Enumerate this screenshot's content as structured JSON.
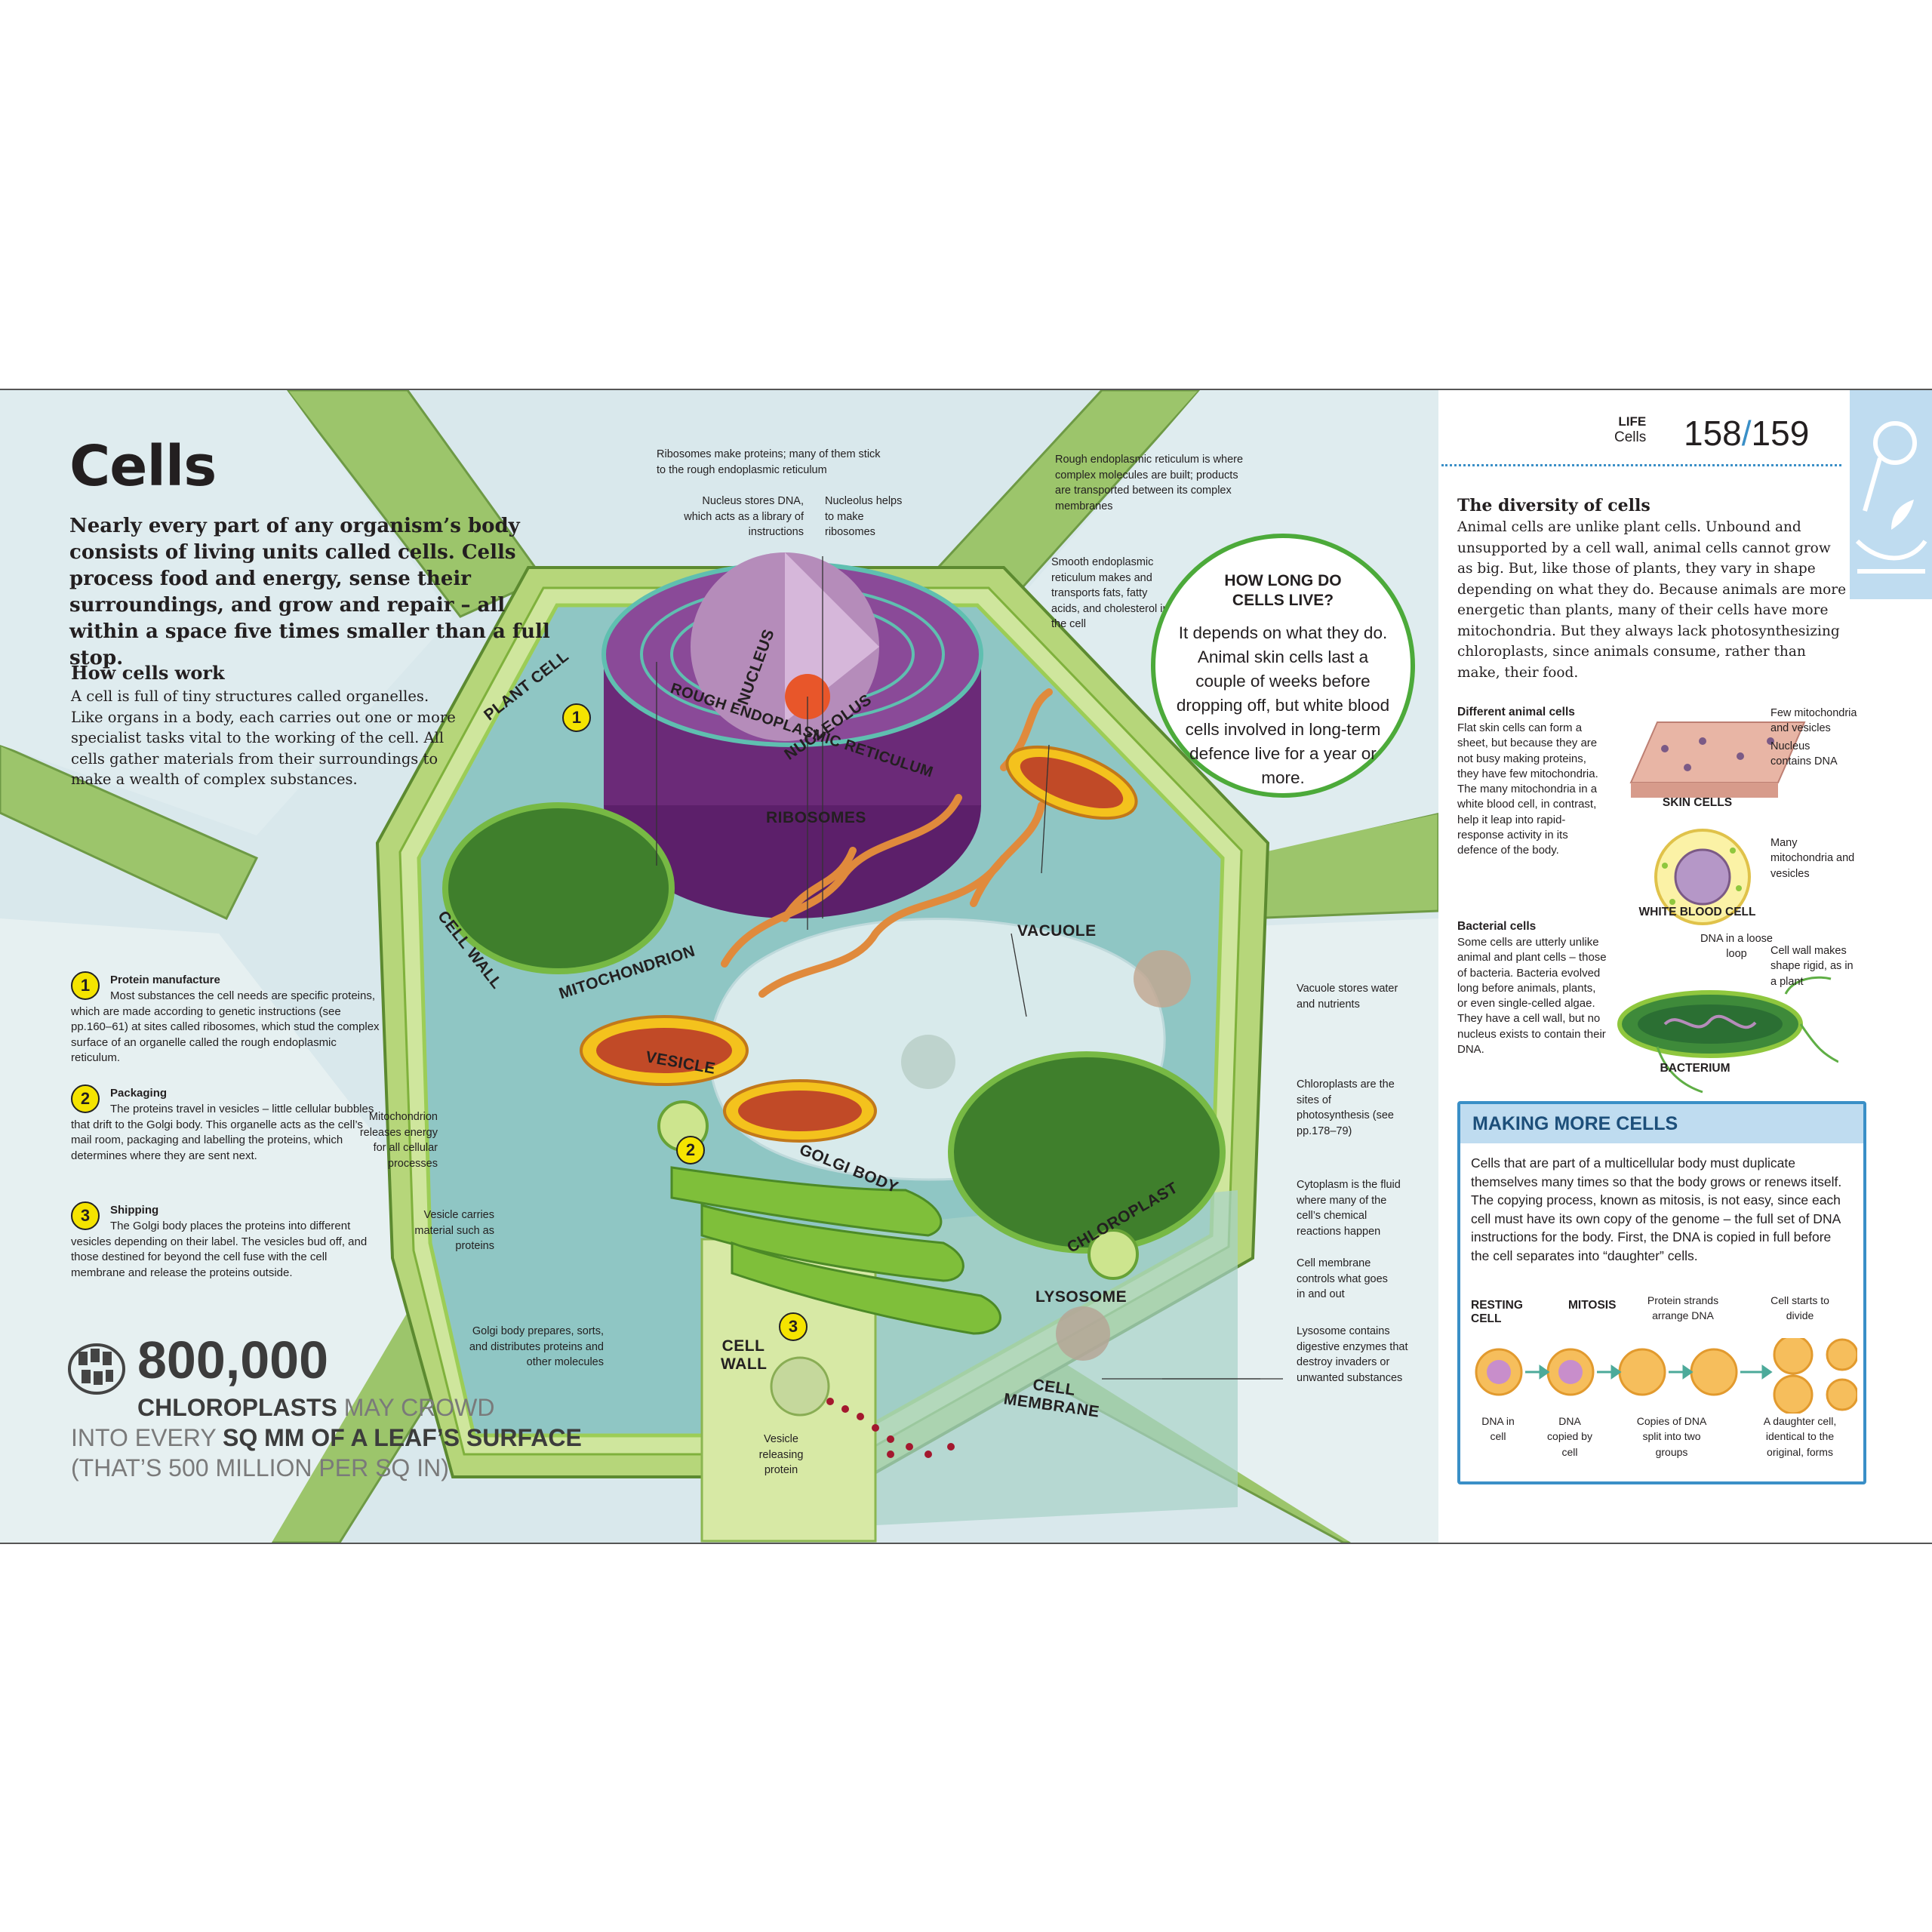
{
  "header": {
    "section": "LIFE",
    "subsection": "Cells",
    "page_left": "158",
    "slash": "/",
    "page_right": "159"
  },
  "title": "Cells",
  "intro": "Nearly every part of any organism’s body consists of living units called cells. Cells process food and energy, sense their surroundings, and grow and repair – all within a space five times smaller than a full stop.",
  "how_cells_work": {
    "heading": "How cells work",
    "text": "A cell is full of tiny structures called organelles. Like organs in a body, each carries out one or more specialist tasks vital to the working of the cell. All cells gather materials from their surroundings to make a wealth of complex substances."
  },
  "steps": [
    {
      "num": "1",
      "title": "Protein manufacture",
      "text": "Most substances the cell needs are specific proteins, which are made according to genetic instructions (see pp.160–61) at sites called ribosomes, which stud the complex surface of an organelle called the rough endoplasmic reticulum."
    },
    {
      "num": "2",
      "title": "Packaging",
      "text": "The proteins travel in vesicles – little cellular bubbles that drift to the Golgi body. This organelle acts as the cell’s mail room, packaging and labelling the proteins, which determines where they are sent next."
    },
    {
      "num": "3",
      "title": "Shipping",
      "text": "The Golgi body places the proteins into different vesicles depending on their label. The vesicles bud off, and those destined for beyond the cell fuse with the cell membrane and release the proteins outside."
    }
  ],
  "stat": {
    "number": "800,000",
    "line1_bold": "CHLOROPLASTS",
    "line1_rest": "MAY CROWD",
    "line2_a": "INTO EVERY",
    "line2_bold": "SQ MM OF A LEAF’S SURFACE",
    "line3": "(THAT’S 500 MILLION PER SQ IN)"
  },
  "diagram_labels": {
    "plant_cell": "PLANT CELL",
    "cell_wall_side": "CELL WALL",
    "nucleus": "NUCLEUS",
    "nucleolus": "NUCLEOLUS",
    "rer": "ROUGH ENDOPLASMIC RETICULUM",
    "ribosomes": "RIBOSOMES",
    "mitochondrion": "MITOCHONDRION",
    "vesicle": "VESICLE",
    "golgi": "GOLGI BODY",
    "vacuole": "VACUOLE",
    "chloroplast": "CHLOROPLAST",
    "lysosome": "LYSOSOME",
    "cell_wall_bottom": "CELL WALL",
    "cell_membrane": "CELL MEMBRANE",
    "marker_1": "1",
    "marker_2": "2",
    "marker_3": "3"
  },
  "annotations": {
    "ribosomes_note": "Ribosomes make proteins; many of them stick to the rough endoplasmic reticulum",
    "nucleus_note": "Nucleus stores DNA, which acts as a library of instructions",
    "nucleolus_note": "Nucleolus helps to make ribosomes",
    "rer_note": "Rough endoplasmic reticulum is where complex molecules are built; products are transported between its complex membranes",
    "ser_note": "Smooth endoplasmic reticulum makes and transports fats, fatty acids, and cholesterol in the cell",
    "vacuole_note": "Vacuole stores water and nutrients",
    "chloroplast_note": "Chloroplasts are the sites of photosynthesis (see pp.178–79)",
    "cytoplasm_note": "Cytoplasm is the fluid where many of the cell’s chemical reactions happen",
    "membrane_note": "Cell membrane controls what goes in and out",
    "lysosome_note": "Lysosome contains digestive enzymes that destroy invaders or unwanted substances",
    "mito_note": "Mitochondrion releases energy for all cellular processes",
    "vesicle_note": "Vesicle carries material such as proteins",
    "golgi_note": "Golgi body prepares, sorts, and distributes proteins and other molecules",
    "vesicle_release_note": "Vesicle releasing protein"
  },
  "fact_circle": {
    "heading": "HOW LONG DO CELLS LIVE?",
    "text": "It depends on what they do. Animal skin cells last a couple of weeks before dropping off, but white blood cells involved in long-term defence live for a year or more."
  },
  "diversity": {
    "heading": "The diversity of cells",
    "text": "Animal cells are unlike plant cells. Unbound and unsupported by a cell wall, animal cells cannot grow as big. But, like those of plants, they vary in shape depending on what they do. Because animals are more energetic than plants, many of their cells have more mitochondria. But they always lack photosynthesizing chloroplasts, since animals consume, rather than make, their food."
  },
  "animal_cells": {
    "heading": "Different animal cells",
    "text": "Flat skin cells can form a sheet, but because they are not busy making proteins, they have few mitochondria. The many mitochondria in a white blood cell, in contrast, help it leap into rapid-response activity in its defence of the body.",
    "skin_label": "SKIN CELLS",
    "wbc_label": "WHITE BLOOD CELL",
    "few_mito": "Few mitochondria and vesicles",
    "nucleus_dna": "Nucleus contains DNA",
    "many_mito": "Many mitochondria and vesicles"
  },
  "bacterial_cells": {
    "heading": "Bacterial cells",
    "text": "Some cells are utterly unlike animal and plant cells – those of bacteria. Bacteria evolved long before animals, plants, or even single-celled algae. They have a cell wall, but no nucleus exists to contain their DNA.",
    "label": "BACTERIUM",
    "dna_loop": "DNA in a loose loop",
    "wall_note": "Cell wall makes shape rigid, as in a plant"
  },
  "making_more": {
    "heading": "MAKING MORE CELLS",
    "text": "Cells that are part of a multicellular body must duplicate themselves many times so that the body grows or renews itself. The copying process, known as mitosis, is not easy, since each cell must have its own copy of the genome – the full set of DNA instructions for the body. First, the DNA is copied in full before the cell separates into “daughter” cells.",
    "resting": "RESTING CELL",
    "mitosis": "MITOSIS",
    "strands": "Protein strands arrange DNA",
    "starts": "Cell starts to divide",
    "dna_in_cell": "DNA in cell",
    "dna_copied": "DNA copied by cell",
    "copies_split": "Copies of DNA split into two groups",
    "daughter": "A daughter cell, identical to the original, forms"
  },
  "colors": {
    "accent_green": "#4caa3a",
    "cell_green": "#8fc73e",
    "nucleus_purple": "#6b2a78",
    "box_blue": "#3a8fc7",
    "page_bg": "#d9e8ec"
  }
}
